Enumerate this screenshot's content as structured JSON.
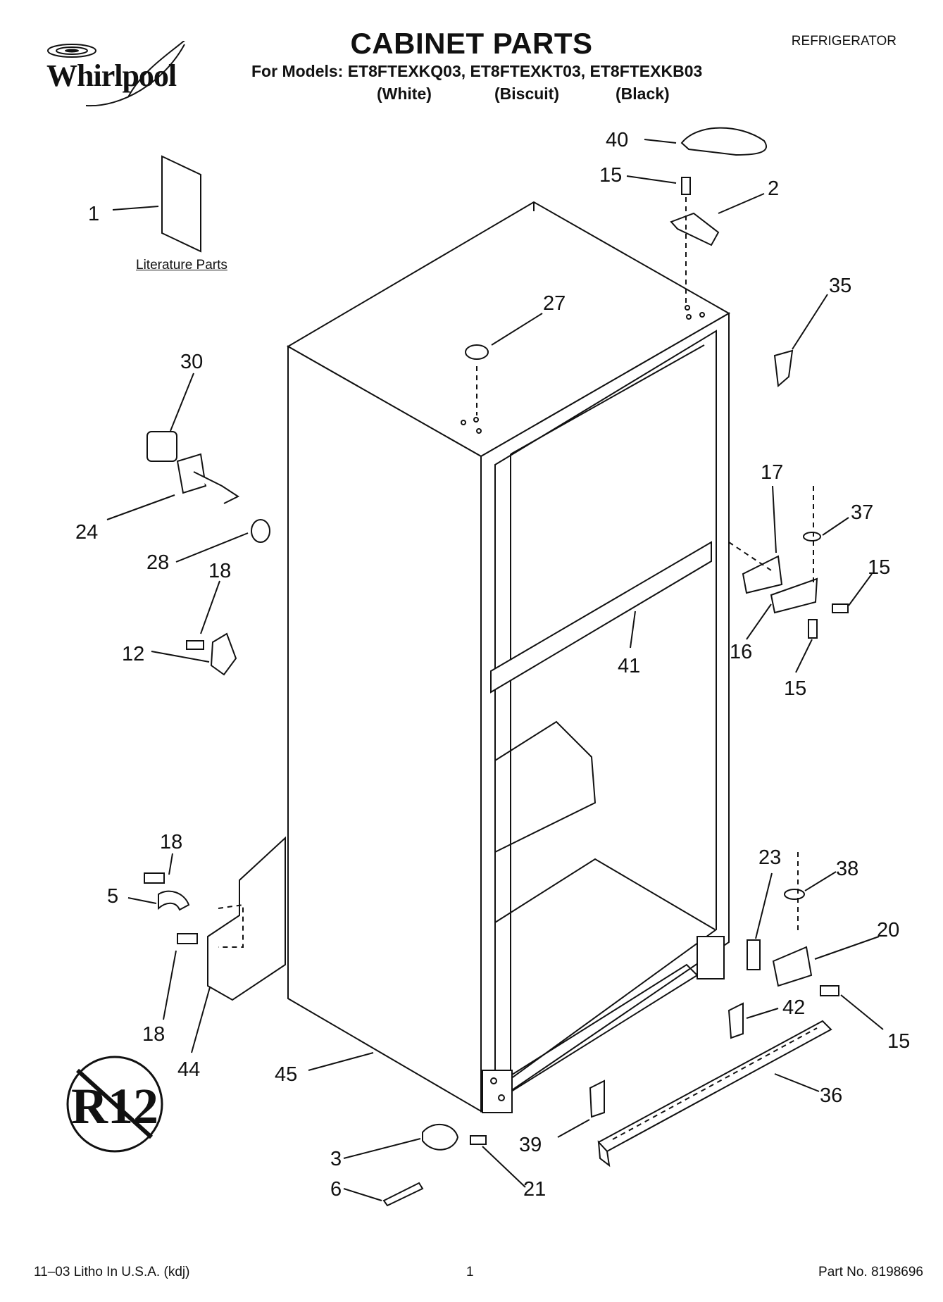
{
  "header": {
    "brand": "Whirlpool",
    "title": "CABINET PARTS",
    "doc_type": "REFRIGERATOR",
    "models_line": "For Models: ET8FTEXKQ03, ET8FTEXKT03, ET8FTEXKB03",
    "colors": [
      "(White)",
      "(Biscuit)",
      "(Black)"
    ]
  },
  "literature_label": "Literature Parts",
  "r12_badge": "R12",
  "callouts": [
    "1",
    "40",
    "15",
    "2",
    "35",
    "27",
    "30",
    "24",
    "28",
    "18",
    "12",
    "17",
    "37",
    "15",
    "16",
    "15",
    "41",
    "18",
    "5",
    "18",
    "44",
    "45",
    "23",
    "38",
    "20",
    "15",
    "42",
    "36",
    "3",
    "6",
    "21",
    "39"
  ],
  "footer": {
    "left": "11–03 Litho In U.S.A. (kdj)",
    "page": "1",
    "right": "Part No. 8198696"
  }
}
